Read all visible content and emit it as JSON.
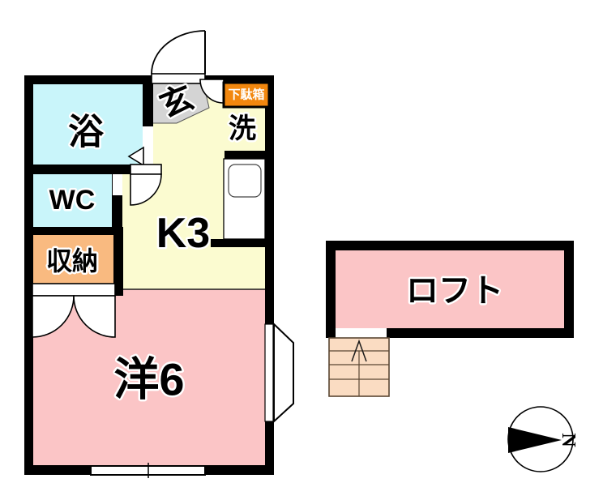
{
  "title": "Japanese apartment floor plan (1K with loft)",
  "rooms": {
    "bath": {
      "label": "浴",
      "color": "#c9f5fa"
    },
    "wc": {
      "label": "WC",
      "color": "#c9f5fa"
    },
    "storage": {
      "label": "収納",
      "color": "#f9ba80"
    },
    "entrance": {
      "label": "玄",
      "color": "#d4d4d4"
    },
    "shoe_box": {
      "label": "下駄箱",
      "color": "#f2870e"
    },
    "laundry": {
      "label": "洗",
      "color": "#fbfbd0"
    },
    "kitchen": {
      "label": "K3",
      "color": "#fbfbd0"
    },
    "western_room": {
      "label": "洋6",
      "color": "#fbc5c6"
    },
    "loft": {
      "label": "ロフト",
      "color": "#fbc5c6"
    }
  },
  "stairs": {
    "direction": "up",
    "color": "#fadcc2"
  },
  "compass": {
    "north_label": "N",
    "north_direction": "right"
  },
  "colors": {
    "wall": "#000000",
    "background": "#ffffff",
    "room_pink": "#fbc5c6",
    "kitchen_yellow": "#fbfbd0",
    "bath_cyan": "#c9f5fa",
    "storage_orange": "#f9ba80",
    "shoebox_orange": "#f2870e",
    "entrance_gray": "#d4d4d4",
    "stairs_tan": "#fadcc2"
  }
}
